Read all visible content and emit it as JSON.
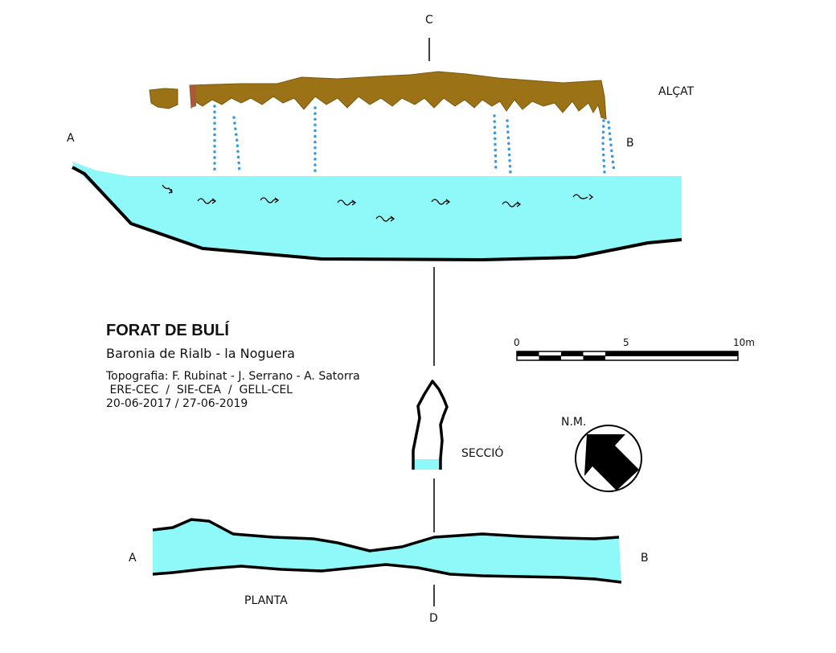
{
  "labels": {
    "c": "C",
    "d": "D",
    "a_elevation": "A",
    "b_elevation": "B",
    "a_plan": "A",
    "b_plan": "B",
    "elevation": "ALÇAT",
    "section": "SECCIÓ",
    "plan": "PLANTA",
    "north": "N.M."
  },
  "info": {
    "title": "FORAT DE BULÍ",
    "location": "Baronia de Rialb  -  la Noguera",
    "credits": [
      "Topografia: F. Rubinat - J. Serrano - A. Satorra",
      " ERE-CEC  /  SIE-CEA  /  GELL-CEL",
      "20-06-2017 / 27-06-2019"
    ]
  },
  "scale": {
    "ticks": [
      "0",
      "5",
      "10m"
    ]
  },
  "colors": {
    "water": "#8ff9f9",
    "rock": "#9c7216",
    "drip": "#3a9ad9",
    "wall": "#000000"
  }
}
